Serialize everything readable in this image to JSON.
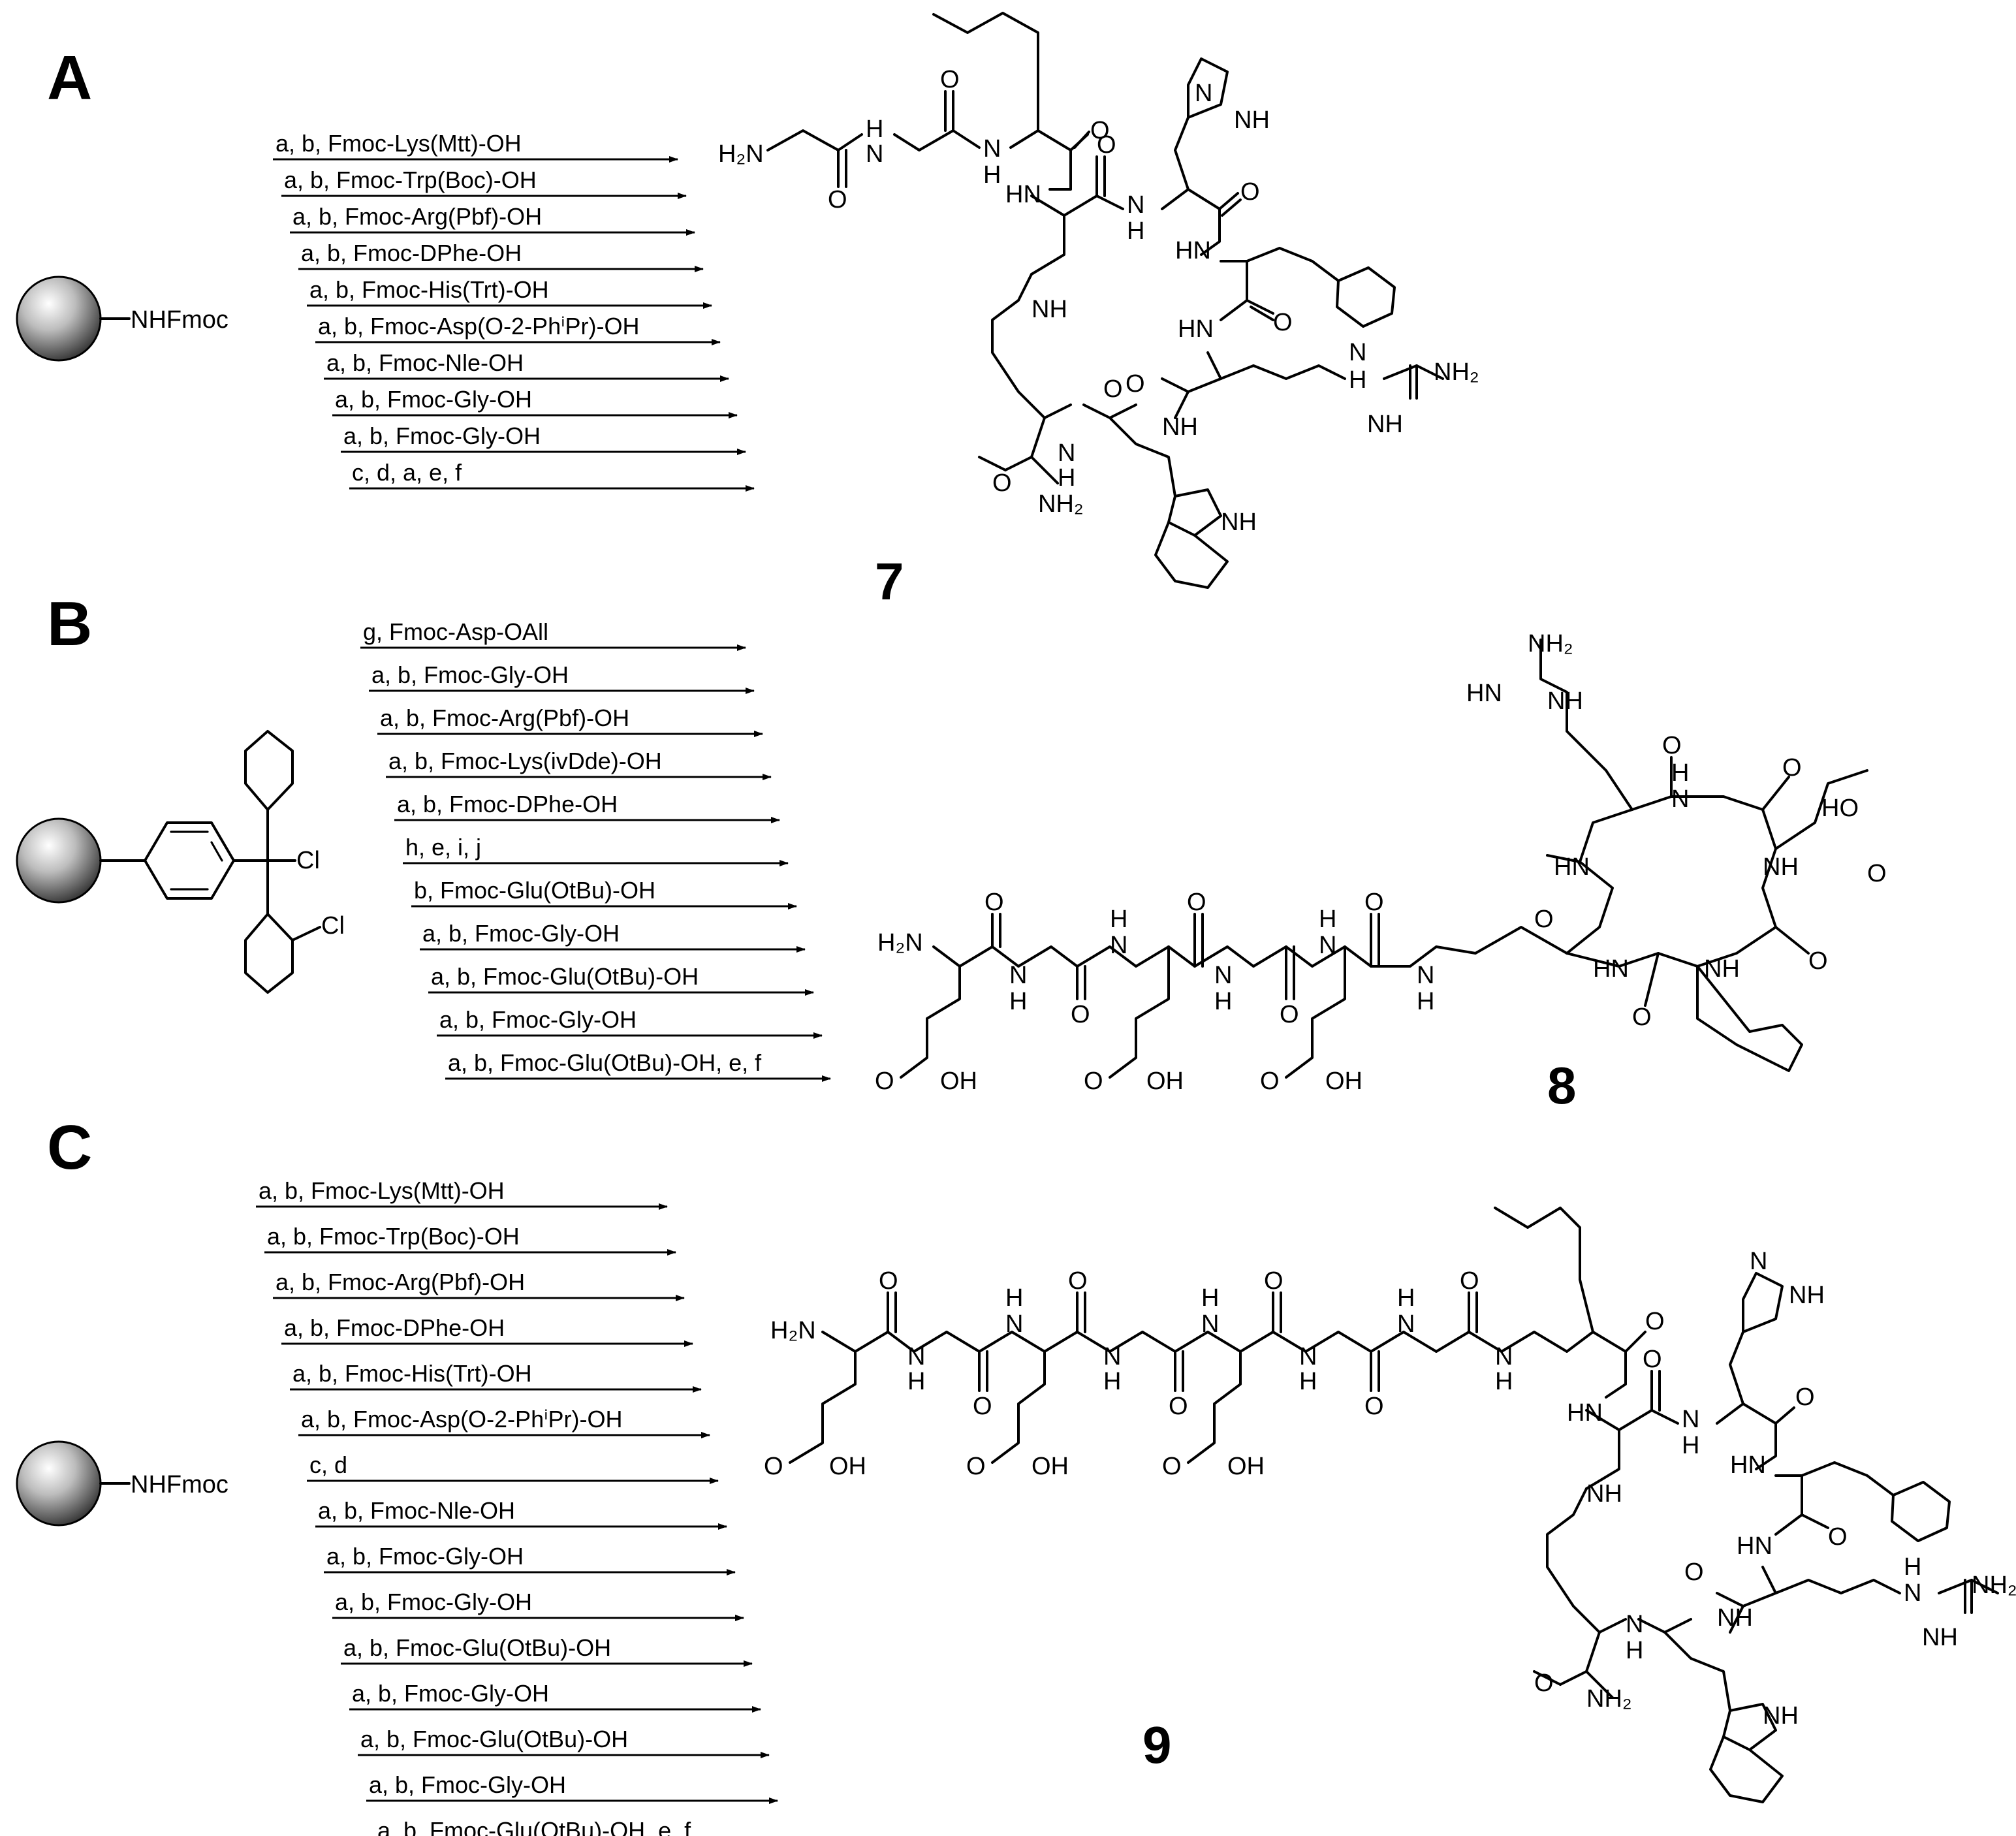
{
  "panels": {
    "A": {
      "letter": "A",
      "resin_label": "NHFmoc",
      "steps": [
        "a, b, Fmoc-Lys(Mtt)-OH",
        "a, b, Fmoc-Trp(Boc)-OH",
        "a, b, Fmoc-Arg(Pbf)-OH",
        "a, b, Fmoc-DPhe-OH",
        "a, b, Fmoc-His(Trt)-OH",
        "a, b, Fmoc-Asp(O-2-PhⁱPr)-OH",
        "a, b, Fmoc-Nle-OH",
        "a, b, Fmoc-Gly-OH",
        "a, b, Fmoc-Gly-OH",
        "c, d, a, e, f"
      ],
      "compound": "7"
    },
    "B": {
      "letter": "B",
      "resin_label": "Cl",
      "resin_label_2": "Cl",
      "steps": [
        "g, Fmoc-Asp-OAll",
        "a, b, Fmoc-Gly-OH",
        "a, b, Fmoc-Arg(Pbf)-OH",
        "a, b, Fmoc-Lys(ivDde)-OH",
        "a, b, Fmoc-DPhe-OH",
        "h, e, i, j",
        "b, Fmoc-Glu(OtBu)-OH",
        "a, b, Fmoc-Gly-OH",
        "a, b, Fmoc-Glu(OtBu)-OH",
        "a, b, Fmoc-Gly-OH",
        "a, b, Fmoc-Glu(OtBu)-OH, e, f"
      ],
      "compound": "8"
    },
    "C": {
      "letter": "C",
      "resin_label": "NHFmoc",
      "steps": [
        "a, b, Fmoc-Lys(Mtt)-OH",
        "a, b, Fmoc-Trp(Boc)-OH",
        "a, b, Fmoc-Arg(Pbf)-OH",
        "a, b, Fmoc-DPhe-OH",
        "a, b, Fmoc-His(Trt)-OH",
        "a, b, Fmoc-Asp(O-2-PhⁱPr)-OH",
        "c, d",
        "a, b, Fmoc-Nle-OH",
        "a, b, Fmoc-Gly-OH",
        "a, b, Fmoc-Gly-OH",
        "a, b, Fmoc-Glu(OtBu)-OH",
        "a, b, Fmoc-Gly-OH",
        "a, b, Fmoc-Glu(OtBu)-OH",
        "a, b, Fmoc-Gly-OH",
        "a, b, Fmoc-Glu(OtBu)-OH, e, f"
      ],
      "compound": "9"
    }
  },
  "atoms": {
    "h2n": "H₂N",
    "nh2": "NH₂",
    "nh": "NH",
    "hn": "HN",
    "n": "N",
    "h": "H",
    "o": "O",
    "oh": "OH",
    "ho": "HO"
  }
}
